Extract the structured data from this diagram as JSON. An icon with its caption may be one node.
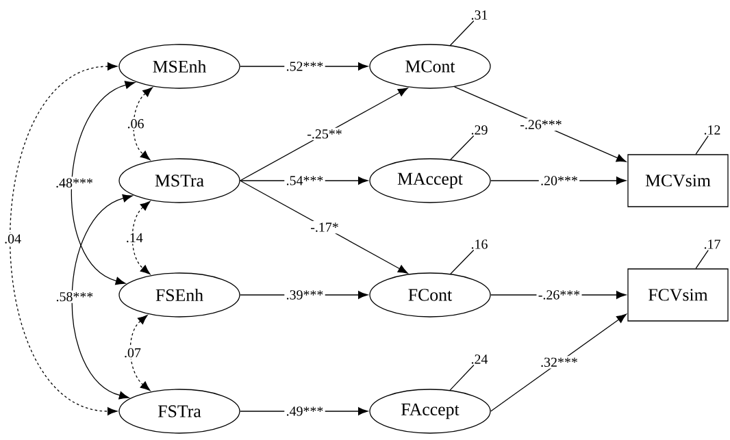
{
  "diagram": {
    "nodes": [
      {
        "text": [
          "MSEnh"
        ]
      },
      {
        "text": [
          "MSTra"
        ]
      },
      {
        "text": [
          "FSEnh"
        ]
      },
      {
        "text": [
          "FSTra"
        ]
      },
      {
        "text": [
          "MCont"
        ]
      },
      {
        "text": [
          "MAccept"
        ]
      },
      {
        "text": [
          "FCont"
        ]
      },
      {
        "text": [
          "FAccept"
        ]
      },
      {
        "text": [
          "MCVsim"
        ]
      },
      {
        "text": [
          "FCVsim"
        ]
      },
      {
        "text": [
          ".31"
        ]
      },
      {
        "text": [
          ".29"
        ]
      },
      {
        "text": [
          ".16"
        ]
      },
      {
        "text": [
          ".24"
        ]
      },
      {
        "text": [
          ".12"
        ]
      },
      {
        "text": [
          ".17"
        ]
      }
    ],
    "edges": [
      {
        "from": 0,
        "to": 4,
        "arrow": "to",
        "label": ".52***"
      },
      {
        "from": 1,
        "to": 4,
        "arrow": "to",
        "label": "-.25**"
      },
      {
        "from": 1,
        "to": 5,
        "arrow": "to",
        "label": ".54***"
      },
      {
        "from": 1,
        "to": 6,
        "arrow": "to",
        "label": "-.17*"
      },
      {
        "from": 2,
        "to": 6,
        "arrow": "to",
        "label": ".39***"
      },
      {
        "from": 3,
        "to": 7,
        "arrow": "to",
        "label": ".49***"
      },
      {
        "from": 4,
        "to": 8,
        "arrow": "to",
        "label": "-.26***"
      },
      {
        "from": 5,
        "to": 8,
        "arrow": "to",
        "label": ".20***"
      },
      {
        "from": 6,
        "to": 9,
        "arrow": "to",
        "label": "-.26***"
      },
      {
        "from": 7,
        "to": 9,
        "arrow": "to",
        "label": ".32***"
      },
      {
        "from": 0,
        "to": 1,
        "arrow": "both",
        "label": ".06",
        "style": "dashed"
      },
      {
        "from": 0,
        "to": 2,
        "arrow": "both",
        "label": ".48***"
      },
      {
        "from": 0,
        "to": 3,
        "arrow": "both",
        "label": ".04",
        "style": "dashed"
      },
      {
        "from": 1,
        "to": 2,
        "arrow": "both",
        "label": ".14",
        "style": "dashed"
      },
      {
        "from": 1,
        "to": 3,
        "arrow": "both",
        "label": ".58***"
      },
      {
        "from": 2,
        "to": 3,
        "arrow": "both",
        "label": ".07",
        "style": "dashed"
      },
      {
        "from": 10,
        "to": 4,
        "arrow": "none"
      },
      {
        "from": 11,
        "to": 5,
        "arrow": "none"
      },
      {
        "from": 12,
        "to": 6,
        "arrow": "none"
      },
      {
        "from": 13,
        "to": 7,
        "arrow": "none"
      },
      {
        "from": 14,
        "to": 8,
        "arrow": "none"
      },
      {
        "from": 15,
        "to": 9,
        "arrow": "none"
      }
    ]
  }
}
